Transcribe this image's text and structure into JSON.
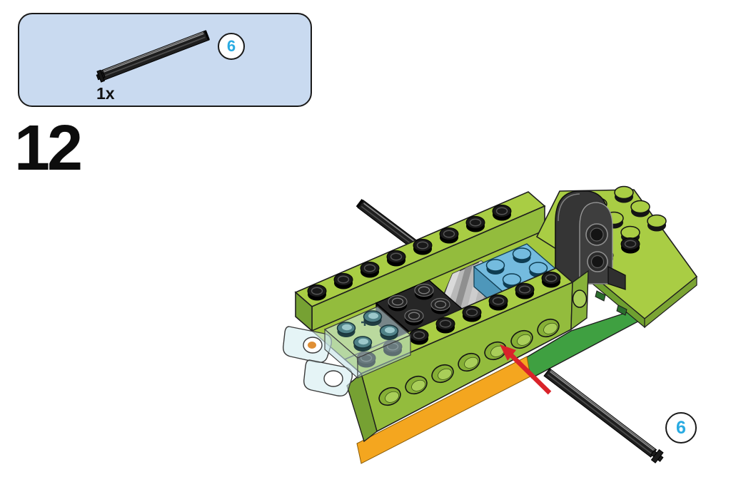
{
  "step": {
    "number": "12"
  },
  "parts_callout": {
    "part_id": "6",
    "quantity": "1x",
    "part_name": "black-technic-axle",
    "box_color": "#C9DAF0"
  },
  "assembly": {
    "annotation_part_id": "6",
    "description": "Lime green base assembly with inserted black axle, second axle shown with red insertion arrow",
    "arrow_color": "#D9232A",
    "pieces": [
      {
        "name": "black-technic-axle",
        "count": 2
      },
      {
        "name": "lime-technic-brick-with-holes"
      },
      {
        "name": "lime-back-plate-black-studs"
      },
      {
        "name": "lime-wedge-plate"
      },
      {
        "name": "black-2x2-brick"
      },
      {
        "name": "gray-worm-gear"
      },
      {
        "name": "blue-2x2-brick"
      },
      {
        "name": "dark-gray-curved-connector-2-holes"
      },
      {
        "name": "transparent-clip-plate"
      },
      {
        "name": "orange-base-plate"
      },
      {
        "name": "green-base-plate"
      }
    ]
  },
  "colors": {
    "lime_top": "#A9CD44",
    "lime_front": "#93BC3D",
    "lime_dark": "#76A133",
    "blue_brick": "#74BBDE",
    "gray_piece": "#B9B9B9",
    "dark_gray_piece": "#383838",
    "orange": "#F4A61F",
    "green_base": "#3FA041",
    "axle_black": "#1E1E1E",
    "arrow_red": "#D9232A",
    "badge_text": "#29ABE2",
    "callout_bg": "#C9DAF0"
  }
}
